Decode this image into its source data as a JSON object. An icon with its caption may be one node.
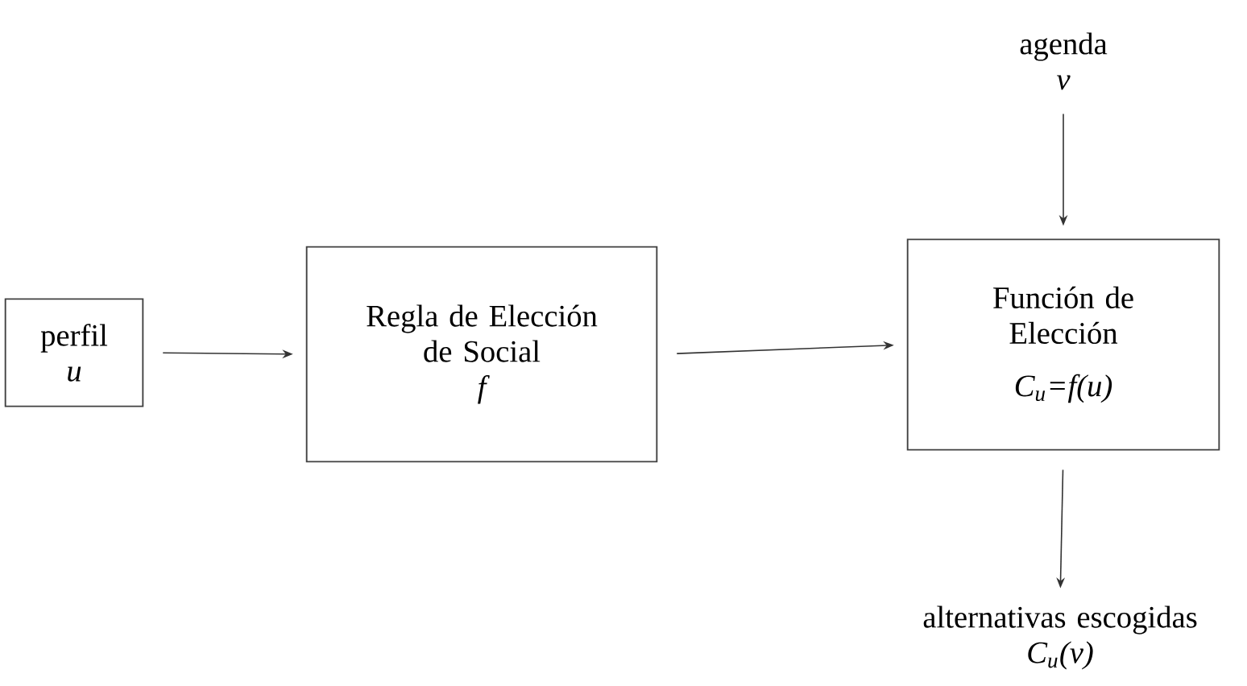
{
  "diagram": {
    "nodes": [
      {
        "text": [
          "perfil",
          "u"
        ]
      },
      {
        "text": [
          "Regla de Elección de Social",
          "f"
        ]
      },
      {
        "text": [
          "agenda",
          "v"
        ]
      },
      {
        "text": [
          "Función de Elección",
          "C$_{u}$=f(u)"
        ]
      },
      {
        "text": [
          "alternativas escogidas",
          "C$_{u}$(v)"
        ]
      }
    ],
    "edges": [
      {
        "from": 0,
        "to": 1,
        "arrow": "to"
      },
      {
        "from": 1,
        "to": 3,
        "arrow": "to"
      },
      {
        "from": 2,
        "to": 3,
        "arrow": "to"
      },
      {
        "from": 3,
        "to": 4,
        "arrow": "to"
      }
    ]
  }
}
